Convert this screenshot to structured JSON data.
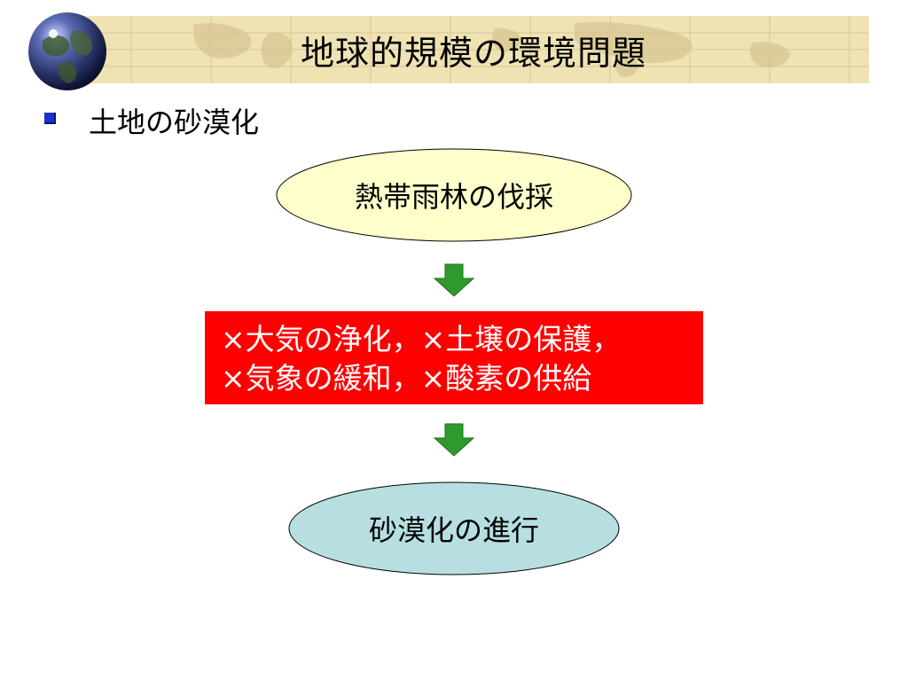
{
  "slide": {
    "title": "地球的規模の環境問題",
    "bullet": "土地の砂漠化"
  },
  "flow": {
    "start_node": "熱帯雨林の伐採",
    "effects": [
      "×大気の浄化，×土壌の保護，",
      "×気象の緩和，×酸素の供給"
    ],
    "end_node": "砂漠化の進行"
  },
  "colors": {
    "header_band": "#efe3b4",
    "bullet": "#1e2fd0",
    "start_node_fill": "#ffffcc",
    "effects_box": "#ff0000",
    "end_node_fill": "#b7dfe1",
    "arrow": "#2e9a2e"
  },
  "icons": {
    "globe": "globe-icon",
    "arrow": "down-arrow-icon"
  }
}
